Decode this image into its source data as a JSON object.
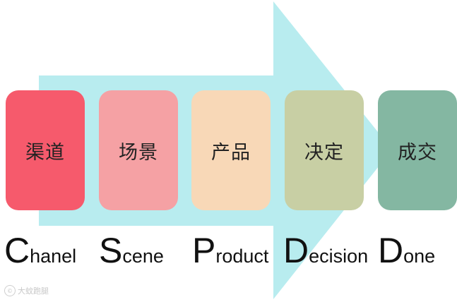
{
  "arrow_color": "#b8ecef",
  "stages": [
    {
      "label_cn": "渠道",
      "letter": "C",
      "rest": "hanel",
      "color": "#f65a6c"
    },
    {
      "label_cn": "场景",
      "letter": "S",
      "rest": "cene",
      "color": "#f5a1a4"
    },
    {
      "label_cn": "产品",
      "letter": "P",
      "rest": "roduct",
      "color": "#f8d8b7"
    },
    {
      "label_cn": "决定",
      "letter": "D",
      "rest": "ecision",
      "color": "#c8cfa4"
    },
    {
      "label_cn": "成交",
      "letter": "D",
      "rest": "one",
      "color": "#84b7a2"
    }
  ],
  "watermark": {
    "logo": "©",
    "text": "大蚊跑腿"
  }
}
